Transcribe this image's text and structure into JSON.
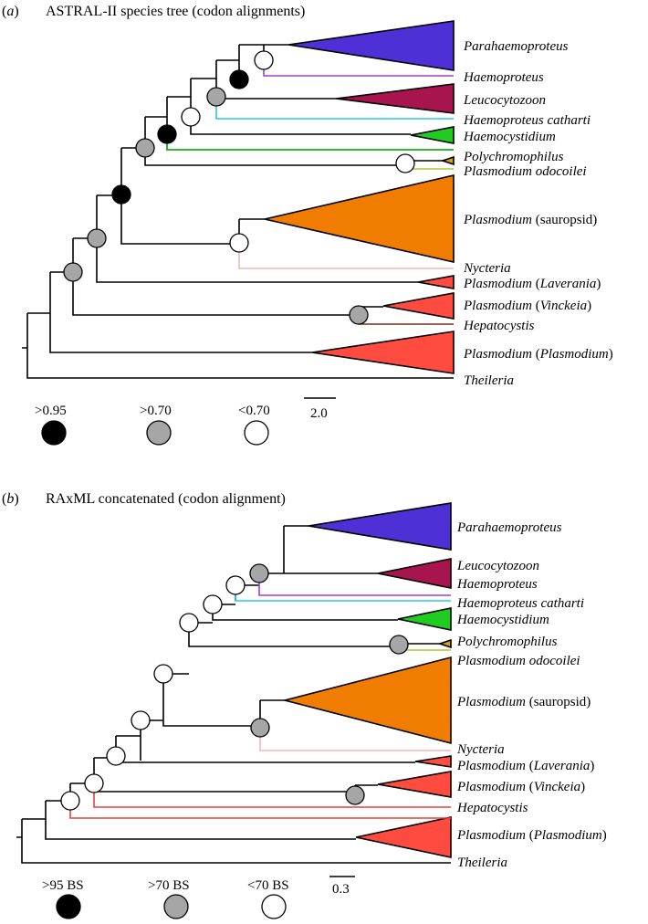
{
  "panels": [
    {
      "letter": "a",
      "title": "ASTRAL-II species tree (codon alignments)",
      "taxa": {
        "parahaemoproteus": {
          "italic": "Parahaemoproteus",
          "plain": ""
        },
        "haemoproteus": {
          "italic": "Haemoproteus",
          "plain": ""
        },
        "leucocytozoon": {
          "italic": "Leucocytozoon",
          "plain": ""
        },
        "haemoproteus_catharti": {
          "italic": "Haemoproteus catharti",
          "plain": ""
        },
        "haemocystidium": {
          "italic": "Haemocystidium",
          "plain": ""
        },
        "polychromophilus": {
          "italic": "Polychromophilus",
          "plain": ""
        },
        "plasmodium_odocoilei": {
          "italic": "Plasmodium odocoilei",
          "plain": ""
        },
        "plasmodium_sauropsid": {
          "italic": "Plasmodium",
          "plain": "(sauropsid)"
        },
        "nycteria": {
          "italic": "Nycteria",
          "plain": ""
        },
        "plasmodium_laverania": {
          "italic": "Plasmodium",
          "plain": "(",
          "italic2": "Laverania",
          "plain2": ")"
        },
        "plasmodium_vinckeia": {
          "italic": "Plasmodium",
          "plain": "(",
          "italic2": "Vinckeia",
          "plain2": ")"
        },
        "hepatocystis": {
          "italic": "Hepatocystis",
          "plain": ""
        },
        "plasmodium_plasmodium": {
          "italic": "Plasmodium",
          "plain": "(",
          "italic2": "Plasmodium",
          "plain2": ")"
        },
        "theileria": {
          "italic": "Theileria",
          "plain": ""
        }
      },
      "legend": {
        "high": ">0.95",
        "mid": ">0.70",
        "low": "<0.70"
      },
      "scale_label": "2.0"
    },
    {
      "letter": "b",
      "title": "RAxML concatenated (codon alignment)",
      "taxa": {
        "parahaemoproteus": {
          "italic": "Parahaemoproteus",
          "plain": ""
        },
        "leucocytozoon": {
          "italic": "Leucocytozoon",
          "plain": ""
        },
        "haemoproteus": {
          "italic": "Haemoproteus",
          "plain": ""
        },
        "haemoproteus_catharti": {
          "italic": "Haemoproteus catharti",
          "plain": ""
        },
        "haemocystidium": {
          "italic": "Haemocystidium",
          "plain": ""
        },
        "polychromophilus": {
          "italic": "Polychromophilus",
          "plain": ""
        },
        "plasmodium_odocoilei": {
          "italic": "Plasmodium odocoilei",
          "plain": ""
        },
        "plasmodium_sauropsid": {
          "italic": "Plasmodium",
          "plain": "(sauropsid)"
        },
        "nycteria": {
          "italic": "Nycteria",
          "plain": ""
        },
        "plasmodium_laverania": {
          "italic": "Plasmodium",
          "plain": "(",
          "italic2": "Laverania",
          "plain2": ")"
        },
        "plasmodium_vinckeia": {
          "italic": "Plasmodium",
          "plain": "(",
          "italic2": "Vinckeia",
          "plain2": ")"
        },
        "hepatocystis": {
          "italic": "Hepatocystis",
          "plain": ""
        },
        "plasmodium_plasmodium": {
          "italic": "Plasmodium",
          "plain": "(",
          "italic2": "Plasmodium",
          "plain2": ")"
        },
        "theileria": {
          "italic": "Theileria",
          "plain": ""
        }
      },
      "legend": {
        "high": ">95 BS",
        "mid": ">70 BS",
        "low": "<70 BS"
      },
      "scale_label": "0.3"
    }
  ],
  "colors": {
    "parahaemoproteus": "#4f2fd6",
    "haemoproteus": "#a040c8",
    "leucocytozoon": "#a8144e",
    "haemoproteus_catharti": "#2ec6e0",
    "haemocystidium": "#1fcc1f",
    "polychromophilus": "#d4a017",
    "plasmodium_odocoilei": "#a8c83a",
    "plasmodium_sauropsid": "#f07d00",
    "nycteria": "#f4b8b0",
    "plasmodium_red": "#ff4b40",
    "hepatocystis_a": "#7a2a1a",
    "hepatocystis_b": "#e8403a",
    "support_high": "#000000",
    "support_mid": "#a6a6a6",
    "support_low": "#ffffff"
  }
}
